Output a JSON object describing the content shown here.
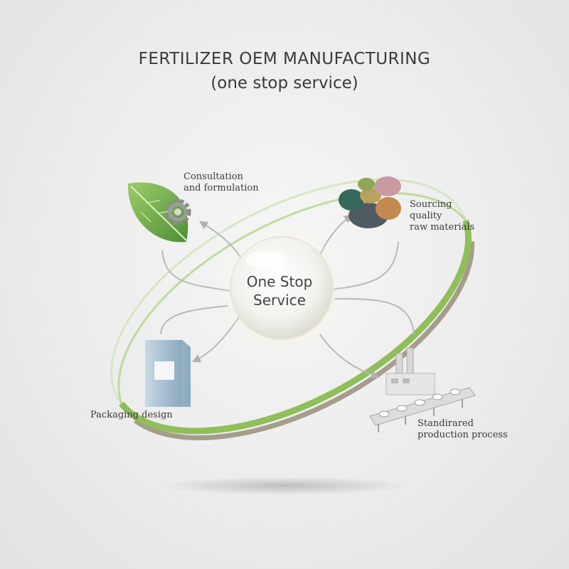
{
  "header": {
    "title": "FERTILIZER OEM MANUFACTURING",
    "subtitle": "(one stop service)"
  },
  "hub": {
    "line1": "One Stop",
    "line2": "Service"
  },
  "nodes": {
    "consultation": {
      "line1": "Consultation",
      "line2": "and formulation",
      "icon": "leaf-gear-icon"
    },
    "sourcing": {
      "line1": "Sourcing",
      "line2": "quality",
      "line3": "raw materials",
      "icon": "raw-materials-icon"
    },
    "packaging": {
      "line1": "Packaging design",
      "icon": "package-bag-icon"
    },
    "production": {
      "line1": "Standirared",
      "line2": "production process",
      "icon": "factory-conveyor-icon"
    }
  },
  "colors": {
    "ring": "#8fbf5a",
    "leaf": "#5f9e3e",
    "bag": "#a9c3d6",
    "line": "#b9b9b9"
  }
}
